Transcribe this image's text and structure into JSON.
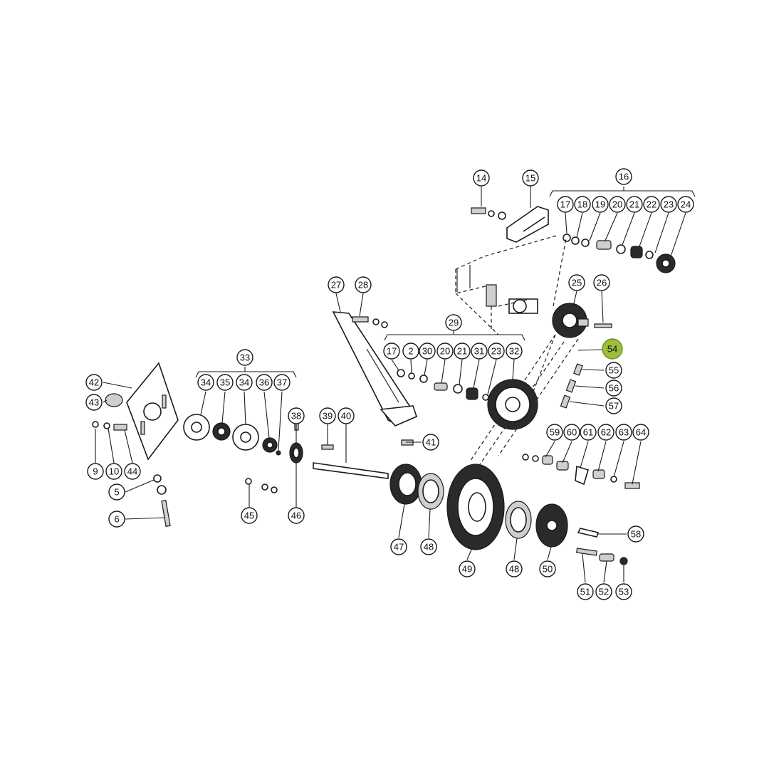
{
  "callouts": [
    {
      "id": "c14",
      "label": "14"
    },
    {
      "id": "c15",
      "label": "15"
    },
    {
      "id": "c16",
      "label": "16"
    },
    {
      "id": "c17a",
      "label": "17"
    },
    {
      "id": "c18",
      "label": "18"
    },
    {
      "id": "c19",
      "label": "19"
    },
    {
      "id": "c20a",
      "label": "20"
    },
    {
      "id": "c21a",
      "label": "21"
    },
    {
      "id": "c22",
      "label": "22"
    },
    {
      "id": "c23",
      "label": "23"
    },
    {
      "id": "c24",
      "label": "24"
    },
    {
      "id": "c25",
      "label": "25"
    },
    {
      "id": "c26",
      "label": "26"
    },
    {
      "id": "c27",
      "label": "27"
    },
    {
      "id": "c28",
      "label": "28"
    },
    {
      "id": "c29",
      "label": "29"
    },
    {
      "id": "c17b",
      "label": "17"
    },
    {
      "id": "c2",
      "label": "2"
    },
    {
      "id": "c30",
      "label": "30"
    },
    {
      "id": "c20b",
      "label": "20"
    },
    {
      "id": "c21b",
      "label": "21"
    },
    {
      "id": "c31",
      "label": "31"
    },
    {
      "id": "c23b",
      "label": "23"
    },
    {
      "id": "c32",
      "label": "32"
    },
    {
      "id": "c54",
      "label": "54",
      "highlight": true
    },
    {
      "id": "c55",
      "label": "55"
    },
    {
      "id": "c56",
      "label": "56"
    },
    {
      "id": "c57",
      "label": "57"
    },
    {
      "id": "c33",
      "label": "33"
    },
    {
      "id": "c42",
      "label": "42"
    },
    {
      "id": "c43",
      "label": "43"
    },
    {
      "id": "c34a",
      "label": "34"
    },
    {
      "id": "c35",
      "label": "35"
    },
    {
      "id": "c34b",
      "label": "34"
    },
    {
      "id": "c36",
      "label": "36"
    },
    {
      "id": "c37",
      "label": "37"
    },
    {
      "id": "c38",
      "label": "38"
    },
    {
      "id": "c39",
      "label": "39"
    },
    {
      "id": "c40",
      "label": "40"
    },
    {
      "id": "c41",
      "label": "41"
    },
    {
      "id": "c9",
      "label": "9"
    },
    {
      "id": "c10",
      "label": "10"
    },
    {
      "id": "c44",
      "label": "44"
    },
    {
      "id": "c5",
      "label": "5"
    },
    {
      "id": "c6",
      "label": "6"
    },
    {
      "id": "c45",
      "label": "45"
    },
    {
      "id": "c46",
      "label": "46"
    },
    {
      "id": "c59",
      "label": "59"
    },
    {
      "id": "c60",
      "label": "60"
    },
    {
      "id": "c61",
      "label": "61"
    },
    {
      "id": "c62",
      "label": "62"
    },
    {
      "id": "c63",
      "label": "63"
    },
    {
      "id": "c64",
      "label": "64"
    },
    {
      "id": "c58",
      "label": "58"
    },
    {
      "id": "c47",
      "label": "47"
    },
    {
      "id": "c48a",
      "label": "48"
    },
    {
      "id": "c49",
      "label": "49"
    },
    {
      "id": "c48b",
      "label": "48"
    },
    {
      "id": "c50",
      "label": "50"
    },
    {
      "id": "c51",
      "label": "51"
    },
    {
      "id": "c52",
      "label": "52"
    },
    {
      "id": "c53",
      "label": "53"
    }
  ],
  "colors": {
    "highlight": "#9bbf3c",
    "ink": "#1a1a1a"
  }
}
